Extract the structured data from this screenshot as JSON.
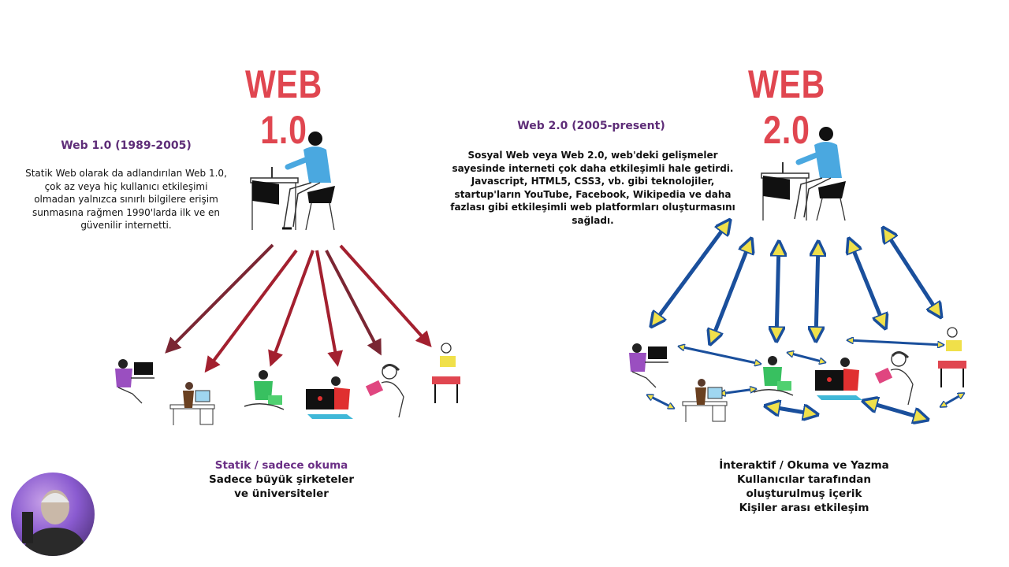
{
  "left": {
    "title": "WEB 1.0",
    "subtitle": "Web 1.0 (1989-2005)",
    "description": "Statik Web olarak da adlandırılan Web 1.0, çok az veya hiç kullanıcı etkileşimi olmadan yalnızca sınırlı bilgilere erişim sunmasına rağmen 1990'larda ilk ve en güvenilir internetti.",
    "footer_accent": "Statik / sadece okuma",
    "footer_line1": "Sadece büyük şirketeler",
    "footer_line2": "ve üniversiteler"
  },
  "right": {
    "title": "WEB 2.0",
    "subtitle": "Web 2.0 (2005-present)",
    "description": "Sosyal Web veya Web 2.0, web'deki gelişmeler sayesinde interneti çok daha etkileşimli hale getirdi. Javascript, HTML5, CSS3, vb. gibi teknolojiler, startup'ların YouTube, Facebook, Wikipedia ve daha fazlası gibi etkileşimli web platformları oluşturmasını sağladı.",
    "footer_line1": "İnteraktif / Okuma ve Yazma",
    "footer_line2": "Kullanıcılar tarafından",
    "footer_line3": "oluşturulmuş içerik",
    "footer_line4": "Kişiler arası etkileşim"
  },
  "colors": {
    "title_red": "#e04650",
    "subtitle_purple": "#5e2d78",
    "arrow_maroon": "#7a2633",
    "arrow_red": "#a3202f",
    "arrow_blue": "#1a4f9c",
    "arrow_head_yellow": "#f0e04a"
  }
}
